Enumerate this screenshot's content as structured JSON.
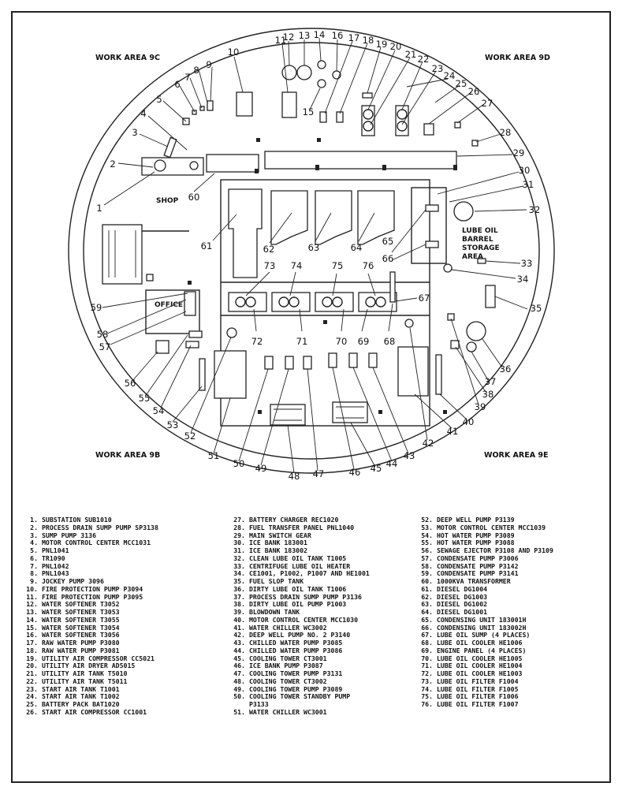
{
  "areas": {
    "nw": "WORK AREA 9C",
    "ne": "WORK AREA 9D",
    "sw": "WORK AREA 9B",
    "se": "WORK AREA 9E"
  },
  "rooms": {
    "shop": "SHOP",
    "office": "OFFICE",
    "lube_l1": "LUBE OIL",
    "lube_l2": "BARREL",
    "lube_l3": "STORAGE",
    "lube_l4": "AREA"
  },
  "callouts": [
    "1",
    "2",
    "3",
    "4",
    "5",
    "6",
    "7",
    "8",
    "9",
    "10",
    "11",
    "12",
    "13",
    "14",
    "15",
    "16",
    "17",
    "18",
    "19",
    "20",
    "21",
    "22",
    "23",
    "24",
    "25",
    "26",
    "27",
    "28",
    "29",
    "30",
    "31",
    "32",
    "33",
    "34",
    "35",
    "36",
    "37",
    "38",
    "39",
    "40",
    "41",
    "42",
    "43",
    "44",
    "45",
    "46",
    "47",
    "48",
    "49",
    "50",
    "51",
    "52",
    "53",
    "54",
    "55",
    "56",
    "57",
    "58",
    "59",
    "60",
    "61",
    "62",
    "63",
    "64",
    "65",
    "66",
    "67",
    "68",
    "69",
    "70",
    "71",
    "72",
    "73",
    "74",
    "75",
    "76"
  ],
  "legend": {
    "col1": [
      {
        "n": "1.",
        "t": "SUBSTATION SUB1010"
      },
      {
        "n": "2.",
        "t": "PROCESS DRAIN SUMP PUMP SP3138"
      },
      {
        "n": "3.",
        "t": "SUMP PUMP 3136"
      },
      {
        "n": "4.",
        "t": "MOTOR CONTROL CENTER MCC1031"
      },
      {
        "n": "5.",
        "t": "PNL1041"
      },
      {
        "n": "6.",
        "t": "TR1090"
      },
      {
        "n": "7.",
        "t": "PNL1042"
      },
      {
        "n": "8.",
        "t": "PNL1043"
      },
      {
        "n": "9.",
        "t": "JOCKEY PUMP 3096"
      },
      {
        "n": "10.",
        "t": "FIRE PROTECTION PUMP P3094"
      },
      {
        "n": "11.",
        "t": "FIRE PROTECTION PUMP P3095"
      },
      {
        "n": "12.",
        "t": "WATER SOFTENER T3052"
      },
      {
        "n": "13.",
        "t": "WATER SOFTENER T3053"
      },
      {
        "n": "14.",
        "t": "WATER SOFTENER T3055"
      },
      {
        "n": "15.",
        "t": "WATER SOFTENER T3054"
      },
      {
        "n": "16.",
        "t": "WATER SOFTENER T3056"
      },
      {
        "n": "17.",
        "t": "RAW WATER PUMP P3080"
      },
      {
        "n": "18.",
        "t": "RAW WATER PUMP P3081"
      },
      {
        "n": "19.",
        "t": "UTILITY AIR COMPRESSOR CC5021"
      },
      {
        "n": "20.",
        "t": "UTILITY AIR DRYER AD5015"
      },
      {
        "n": "21.",
        "t": "UTILITY AIR TANK T5010"
      },
      {
        "n": "22.",
        "t": "UTILITY AIR TANK T5011"
      },
      {
        "n": "23.",
        "t": "START AIR TANK T1001"
      },
      {
        "n": "24.",
        "t": "START AIR TANK T1002"
      },
      {
        "n": "25.",
        "t": "BATTERY PACK BAT1020"
      },
      {
        "n": "26.",
        "t": "START AIR COMPRESSOR CC1001"
      }
    ],
    "col2": [
      {
        "n": "27.",
        "t": "BATTERY CHARGER REC1020"
      },
      {
        "n": "28.",
        "t": "FUEL TRANSFER PANEL PNL1040"
      },
      {
        "n": "29.",
        "t": "MAIN SWITCH GEAR"
      },
      {
        "n": "30.",
        "t": "ICE BANK 183001"
      },
      {
        "n": "31.",
        "t": "ICE BANK 183002"
      },
      {
        "n": "32.",
        "t": "CLEAN LUBE OIL TANK T1005"
      },
      {
        "n": "33.",
        "t": "CENTRIFUGE LUBE OIL HEATER"
      },
      {
        "n": "34.",
        "t": "CE1001, P1002, P1007 AND HE1001"
      },
      {
        "n": "35.",
        "t": "FUEL SLOP TANK"
      },
      {
        "n": "36.",
        "t": "DIRTY LUBE OIL TANK T1006"
      },
      {
        "n": "37.",
        "t": "PROCESS DRAIN SUMP PUMP P3136"
      },
      {
        "n": "38.",
        "t": "DIRTY LUBE OIL PUMP P1003"
      },
      {
        "n": "39.",
        "t": "BLOWDOWN TANK"
      },
      {
        "n": "40.",
        "t": "MOTOR CONTROL CENTER MCC1030"
      },
      {
        "n": "41.",
        "t": "WATER CHILLER WC3002"
      },
      {
        "n": "42.",
        "t": "DEEP WELL PUMP NO. 2 P3140"
      },
      {
        "n": "43.",
        "t": "CHILLED WATER PUMP P3085"
      },
      {
        "n": "44.",
        "t": "CHILLED WATER PUMP P3086"
      },
      {
        "n": "45.",
        "t": "COOLING TOWER CT3001"
      },
      {
        "n": "46.",
        "t": "ICE BANK PUMP P3087"
      },
      {
        "n": "47.",
        "t": "COOLING TOWER PUMP P3131"
      },
      {
        "n": "48.",
        "t": "COOLING TOWER CT3002"
      },
      {
        "n": "49.",
        "t": "COOLING TOWER PUMP P3089"
      },
      {
        "n": "50.",
        "t": "COOLING TOWER STANDBY PUMP"
      },
      {
        "n": "",
        "t": "P3133"
      },
      {
        "n": "51.",
        "t": "WATER CHILLER WC3001"
      }
    ],
    "col3": [
      {
        "n": "52.",
        "t": "DEEP WELL PUMP P3139"
      },
      {
        "n": "53.",
        "t": "MOTOR CONTROL CENTER MCC1039"
      },
      {
        "n": "54.",
        "t": "HOT WATER PUMP P3089"
      },
      {
        "n": "55.",
        "t": "HOT WATER PUMP P3088"
      },
      {
        "n": "56.",
        "t": "SEWAGE EJECTOR P3108 AND P3109"
      },
      {
        "n": "57.",
        "t": "CONDENSATE PUMP P3006"
      },
      {
        "n": "58.",
        "t": "CONDENSATE PUMP P3142"
      },
      {
        "n": "59.",
        "t": "CONDENSATE PUMP P3141"
      },
      {
        "n": "60.",
        "t": "1000KVA TRANSFORMER"
      },
      {
        "n": "61.",
        "t": "DIESEL DG1004"
      },
      {
        "n": "62.",
        "t": "DIESEL DG1003"
      },
      {
        "n": "63.",
        "t": "DIESEL DG1002"
      },
      {
        "n": "64.",
        "t": "DIESEL DG1001"
      },
      {
        "n": "65.",
        "t": "CONDENSING UNIT 183001H"
      },
      {
        "n": "66.",
        "t": "CONDENSING UNIT 183002H"
      },
      {
        "n": "67.",
        "t": "LUBE OIL SUMP (4 PLACES)"
      },
      {
        "n": "68.",
        "t": "LUBE OIL COOLER HE1006"
      },
      {
        "n": "69.",
        "t": "ENGINE PANEL (4 PLACES)"
      },
      {
        "n": "70.",
        "t": "LUBE OIL COOLER HE1005"
      },
      {
        "n": "71.",
        "t": "LUBE OIL COOLER HE1004"
      },
      {
        "n": "72.",
        "t": "LUBE OIL COOLER HE1003"
      },
      {
        "n": "73.",
        "t": "LUBE OIL FILTER F1004"
      },
      {
        "n": "74.",
        "t": "LUBE OIL FILTER F1005"
      },
      {
        "n": "75.",
        "t": "LUBE OIL FILTER F1006"
      },
      {
        "n": "76.",
        "t": "LUBE OIL FILTER F1007"
      }
    ]
  }
}
